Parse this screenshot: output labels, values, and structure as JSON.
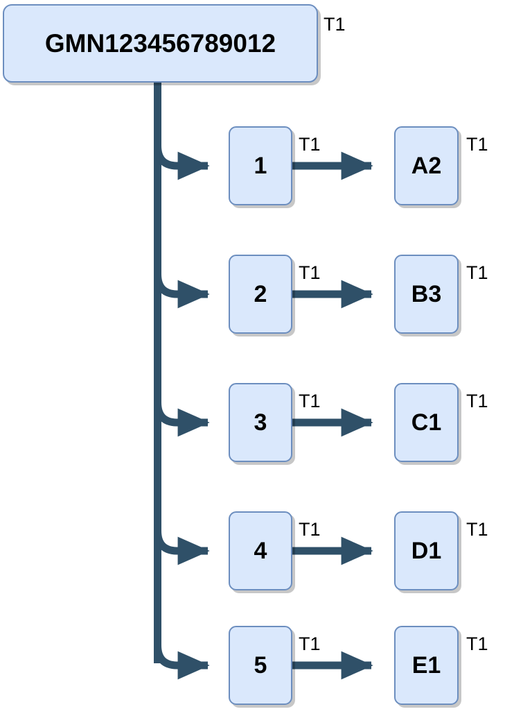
{
  "diagram": {
    "type": "tree-flowchart",
    "colors": {
      "node_fill": "#dae8fc",
      "node_border": "#6c8ebf",
      "edge": "#2f5068",
      "shadow": "#b8b8b8",
      "text": "#000000",
      "background": "#ffffff"
    },
    "root": {
      "label": "GMN123456789012",
      "tag": "T1"
    },
    "branches": [
      {
        "mid_label": "1",
        "mid_tag": "T1",
        "leaf_label": "A2",
        "leaf_tag": "T1"
      },
      {
        "mid_label": "2",
        "mid_tag": "T1",
        "leaf_label": "B3",
        "leaf_tag": "T1"
      },
      {
        "mid_label": "3",
        "mid_tag": "T1",
        "leaf_label": "C1",
        "leaf_tag": "T1"
      },
      {
        "mid_label": "4",
        "mid_tag": "T1",
        "leaf_label": "D1",
        "leaf_tag": "T1"
      },
      {
        "mid_label": "5",
        "mid_tag": "T1",
        "leaf_label": "E1",
        "leaf_tag": "T1"
      }
    ]
  }
}
